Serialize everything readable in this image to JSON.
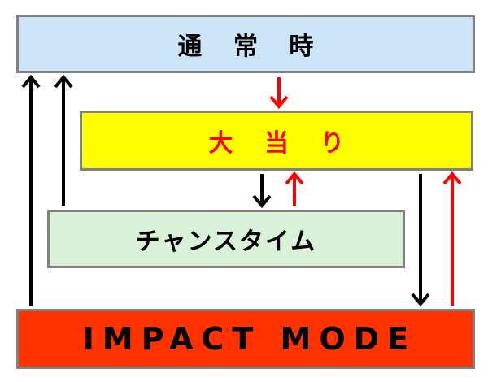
{
  "states": {
    "normal": {
      "label": "通 常 時",
      "fill": "#cce5f6",
      "text_color": "#000000"
    },
    "jackpot": {
      "label": "大 当 り",
      "fill": "#ffff00",
      "text_color": "#ff0000"
    },
    "chance": {
      "label": "チャンスタイム",
      "fill": "#d9f0d9",
      "text_color": "#000000"
    },
    "impact": {
      "label": "IMPACT MODE",
      "fill": "#ff3300",
      "text_color": "#000000"
    }
  },
  "arrow_colors": {
    "black": "#000000",
    "red": "#ff0000"
  },
  "transitions": [
    {
      "from": "normal",
      "to": "jackpot",
      "color": "red"
    },
    {
      "from": "jackpot",
      "to": "chance",
      "color": "black"
    },
    {
      "from": "chance",
      "to": "jackpot",
      "color": "red"
    },
    {
      "from": "chance",
      "to": "normal",
      "color": "black"
    },
    {
      "from": "impact",
      "to": "normal",
      "color": "black"
    },
    {
      "from": "jackpot",
      "to": "impact",
      "color": "black"
    },
    {
      "from": "impact",
      "to": "jackpot",
      "color": "red"
    }
  ]
}
